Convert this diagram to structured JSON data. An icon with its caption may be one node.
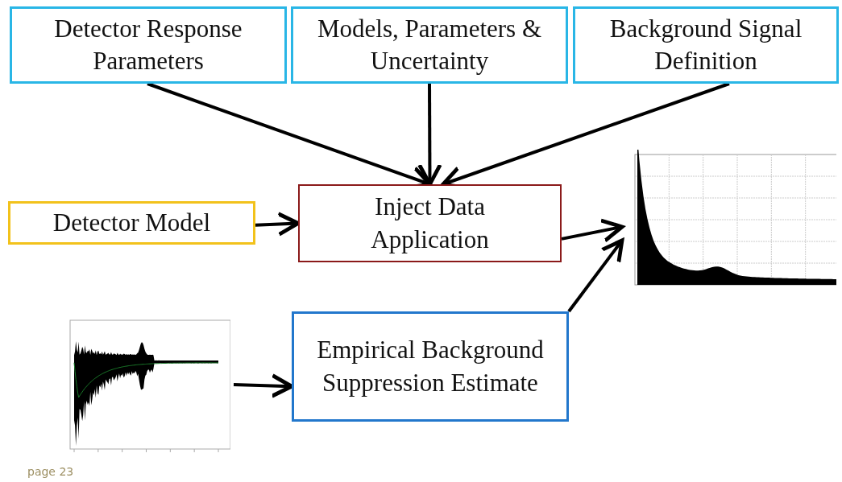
{
  "diagram": {
    "nodes": [
      {
        "text": [
          "Detector Response Parameters"
        ]
      },
      {
        "text": [
          "Models, Parameters & Uncertainty"
        ]
      },
      {
        "text": [
          "Background Signal Definition"
        ]
      },
      {
        "text": [
          "Detector Model"
        ]
      },
      {
        "text": [
          "Inject Data Application"
        ]
      },
      {
        "text": [],
        "shape": "picture"
      },
      {
        "text": [],
        "shape": "picture"
      },
      {
        "text": [
          "Empirical Background Suppression Estimate"
        ]
      }
    ],
    "edges": [
      {
        "from": 0,
        "to": 4,
        "arrow": "to"
      },
      {
        "from": 1,
        "to": 4,
        "arrow": "to"
      },
      {
        "from": 2,
        "to": 4,
        "arrow": "to"
      },
      {
        "from": 3,
        "to": 4,
        "arrow": "to"
      },
      {
        "from": 4,
        "to": 5,
        "arrow": "to"
      },
      {
        "from": 6,
        "to": 7,
        "arrow": "to"
      },
      {
        "from": 7,
        "to": 5,
        "arrow": "to"
      }
    ],
    "labels": [
      "page 23"
    ]
  }
}
